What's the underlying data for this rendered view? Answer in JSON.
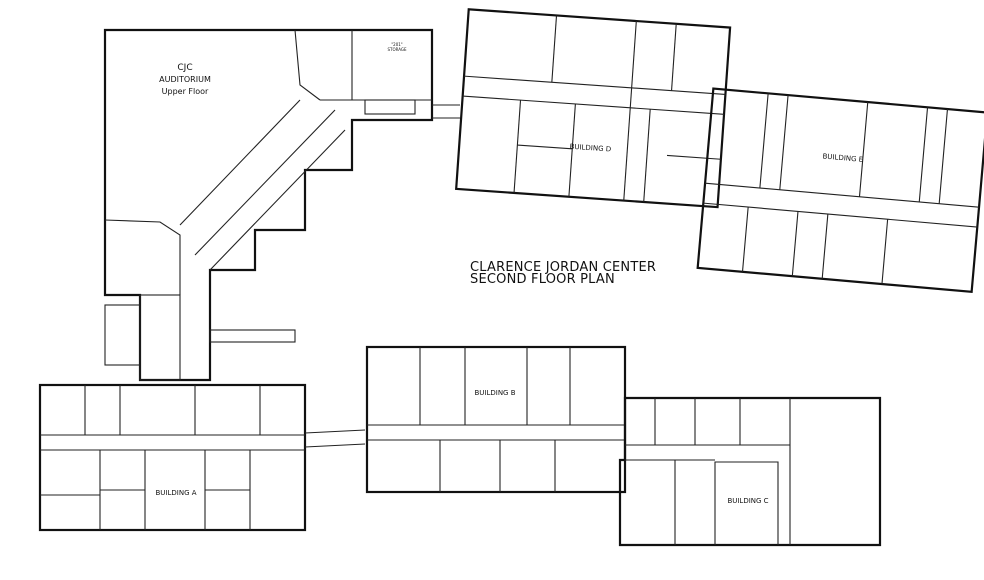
{
  "plan": {
    "title_line1": "CLARENCE JORDAN CENTER",
    "title_line2": "SECOND FLOOR PLAN",
    "auditorium": {
      "line1": "CJC",
      "line2": "AUDITORIUM",
      "line3": "Upper Floor"
    },
    "storage": {
      "line1": "\"201\"",
      "line2": "STORAGE"
    },
    "buildings": {
      "a": "BUILDING A",
      "b": "BUILDING B",
      "c": "BUILDING C",
      "d": "BUILDING D",
      "e": "BUILDING E"
    }
  }
}
